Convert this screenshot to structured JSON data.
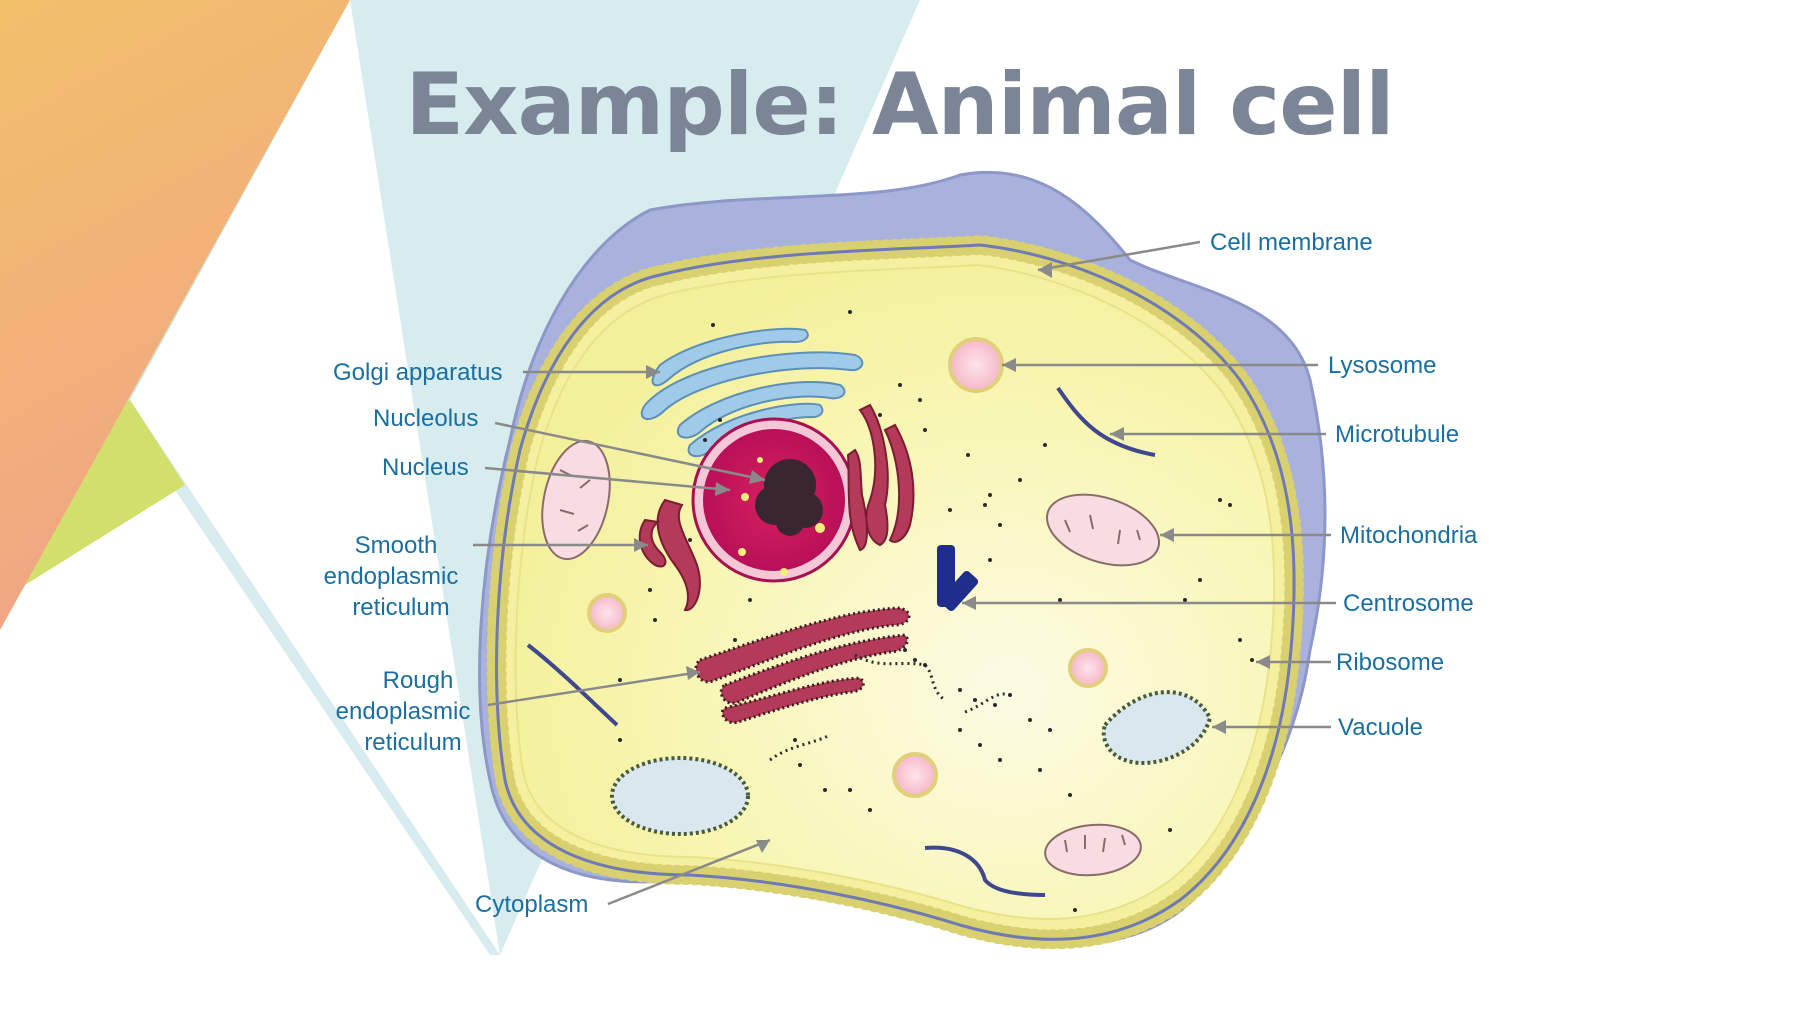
{
  "title": "Example: Animal cell",
  "colors": {
    "label": "#1a6fa0",
    "title": "#7b8596",
    "leader": "#8a8a8a",
    "membrane": "#a7b0dc",
    "cytoplasm": "#f8f6b0",
    "nucleus": "#c81460",
    "er": "#b83a56",
    "golgi": "#9cc8e6"
  },
  "labels": {
    "cell_membrane": "Cell membrane",
    "lysosome": "Lysosome",
    "microtubule": "Microtubule",
    "mitochondria": "Mitochondria",
    "centrosome": "Centrosome",
    "ribosome": "Ribosome",
    "vacuole": "Vacuole",
    "golgi_apparatus": "Golgi apparatus",
    "nucleolus": "Nucleolus",
    "nucleus": "Nucleus",
    "smooth_er": [
      "Smooth",
      "endoplasmic",
      "reticulum"
    ],
    "rough_er": [
      "Rough",
      "endoplasmic",
      "reticulum"
    ],
    "cytoplasm": "Cytoplasm"
  }
}
